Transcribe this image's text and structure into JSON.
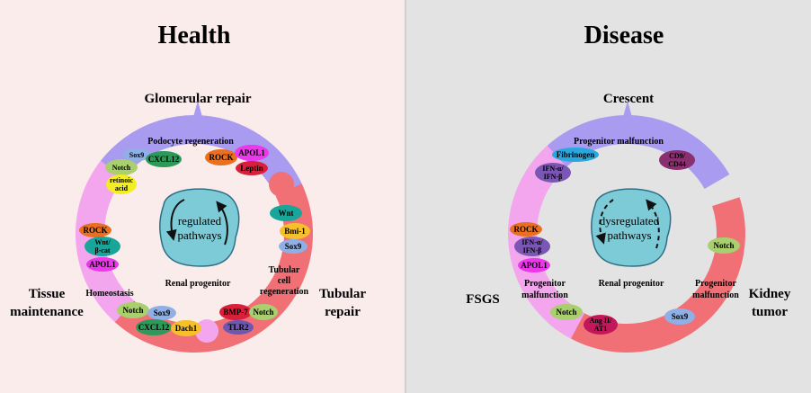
{
  "health": {
    "title": "Health",
    "labels": {
      "glomerular_repair": "Glomerular repair",
      "tubular_repair_line1": "Tubular",
      "tubular_repair_line2": "repair",
      "tissue_maintenance_line1": "Tissue",
      "tissue_maintenance_line2": "maintenance"
    },
    "segments": {
      "top": "Podocyte regeneration",
      "right_line1": "Tubular",
      "right_line2": "cell",
      "right_line3": "regeneration",
      "left": "Homeostasis"
    },
    "center": {
      "line1": "regulated",
      "line2": "pathways",
      "caption": "Renal progenitor"
    },
    "badges": [
      {
        "text": "Sox9",
        "color": "#8fb0e6"
      },
      {
        "text": "CXCL12",
        "color": "#2e9a5a"
      },
      {
        "text": "Notch",
        "color": "#a9cf6e"
      },
      {
        "text": "retinoic",
        "text2": "acid",
        "color": "#f2ee22"
      },
      {
        "text": "ROCK",
        "color": "#ea6f1e"
      },
      {
        "text": "APOL1",
        "color": "#ea38ea"
      },
      {
        "text": "Leptin",
        "color": "#d8203a"
      },
      {
        "text": "Wnt",
        "color": "#18a59a"
      },
      {
        "text": "Bmi-1",
        "color": "#f5c02c"
      },
      {
        "text": "Sox9",
        "color": "#8fb0e6"
      },
      {
        "text": "ROCK",
        "color": "#ea6f1e"
      },
      {
        "text": "Wnt/",
        "text2": "β-cat",
        "color": "#18a59a"
      },
      {
        "text": "APOL1",
        "color": "#ea38ea"
      },
      {
        "text": "Notch",
        "color": "#a9cf6e"
      },
      {
        "text": "Sox9",
        "color": "#8fb0e6"
      },
      {
        "text": "CXCL12",
        "color": "#2e9a5a"
      },
      {
        "text": "Dach1",
        "color": "#f5c02c"
      },
      {
        "text": "BMP-7",
        "color": "#d8203a"
      },
      {
        "text": "Notch",
        "color": "#a9cf6e"
      },
      {
        "text": "TLR2",
        "color": "#6d57b0"
      }
    ]
  },
  "disease": {
    "title": "Disease",
    "labels": {
      "crescent": "Crescent",
      "fsgs": "FSGS",
      "kidney_tumor_line1": "Kidney",
      "kidney_tumor_line2": "tumor"
    },
    "segments": {
      "top": "Progenitor malfunction",
      "right_line1": "Progenitor",
      "right_line2": "malfunction",
      "left_line1": "Progenitor",
      "left_line2": "malfunction"
    },
    "center": {
      "line1": "dysregulated",
      "line2": "pathways",
      "caption": "Renal progenitor"
    },
    "badges": [
      {
        "text": "Fibrinogen",
        "color": "#29a8e0"
      },
      {
        "text": "IFN-α/",
        "text2": "IFN-β",
        "color": "#7a56b5"
      },
      {
        "text": "CD9/",
        "text2": "CD44",
        "color": "#8a2f70"
      },
      {
        "text": "Notch",
        "color": "#a9cf6e"
      },
      {
        "text": "ROCK",
        "color": "#ea6f1e"
      },
      {
        "text": "IFN-α/",
        "text2": "IFN-β",
        "color": "#7a56b5"
      },
      {
        "text": "APOL1",
        "color": "#ea38ea"
      },
      {
        "text": "Notch",
        "color": "#a9cf6e"
      },
      {
        "text": "Ang II/",
        "text2": "AT1",
        "color": "#c2185b"
      },
      {
        "text": "Sox9",
        "color": "#8fb0e6"
      }
    ]
  },
  "colors": {
    "purple_segment": "#a99bef",
    "red_segment": "#f07076",
    "pink_segment": "#f3a6ee",
    "cell_fill": "#7ecbd8",
    "cell_stroke": "#2b6f86"
  }
}
